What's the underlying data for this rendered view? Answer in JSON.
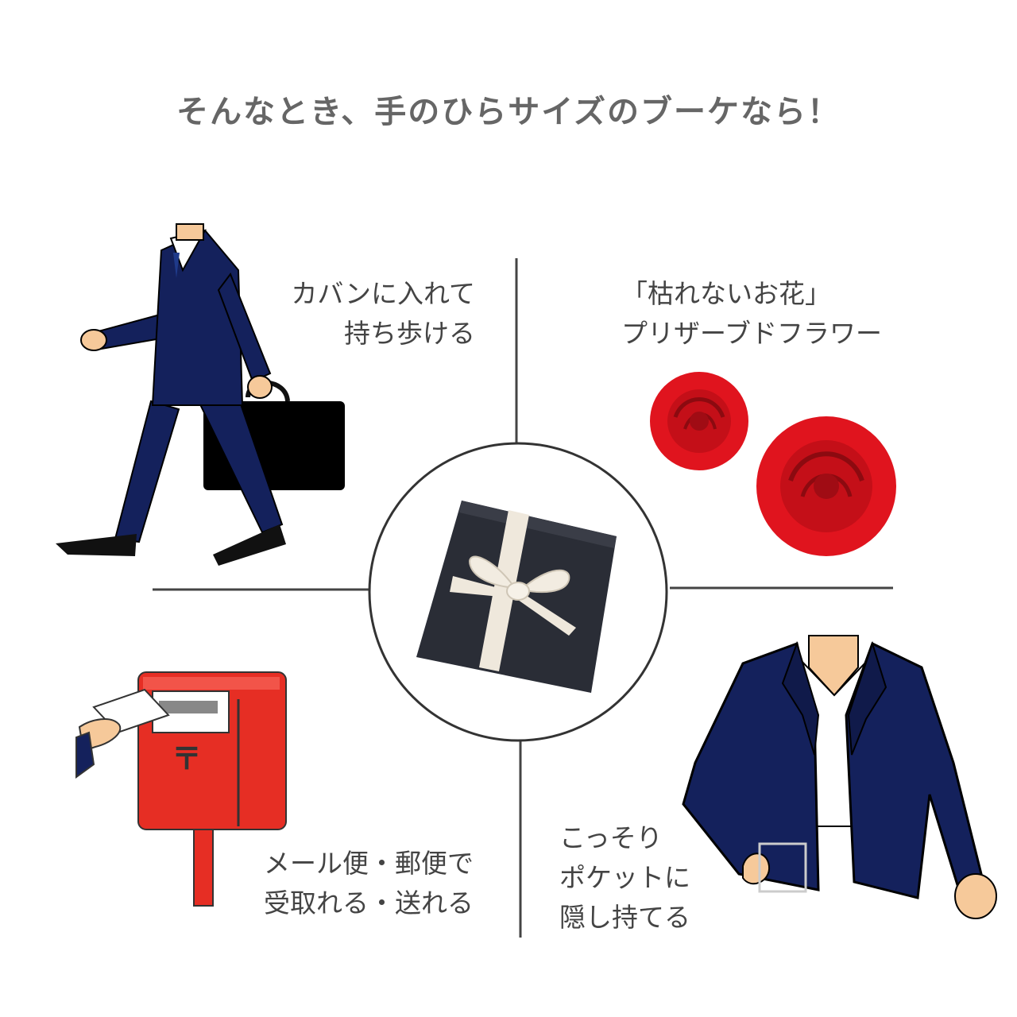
{
  "title": "そんなとき、手のひらサイズのブーケなら！",
  "captions": {
    "top_left": "カバンに入れて\n持ち歩ける",
    "top_right": "「枯れないお花」\nプリザーブドフラワー",
    "bottom_left": "メール便・郵便で\n受取れる・送れる",
    "bottom_right": "こっそり\nポケットに\n隠し持てる"
  },
  "colors": {
    "title": "#666666",
    "caption": "#444444",
    "suit_navy": "#14215c",
    "mailbox_red": "#e62e24",
    "rose_red": "#e0141e",
    "gift_box": "#2a2d36",
    "ribbon": "#efe8dc"
  },
  "icons": [
    "walking-businessman-icon",
    "preserved-roses-icon",
    "gift-box-icon",
    "mailbox-icon",
    "jacket-pocket-icon"
  ]
}
